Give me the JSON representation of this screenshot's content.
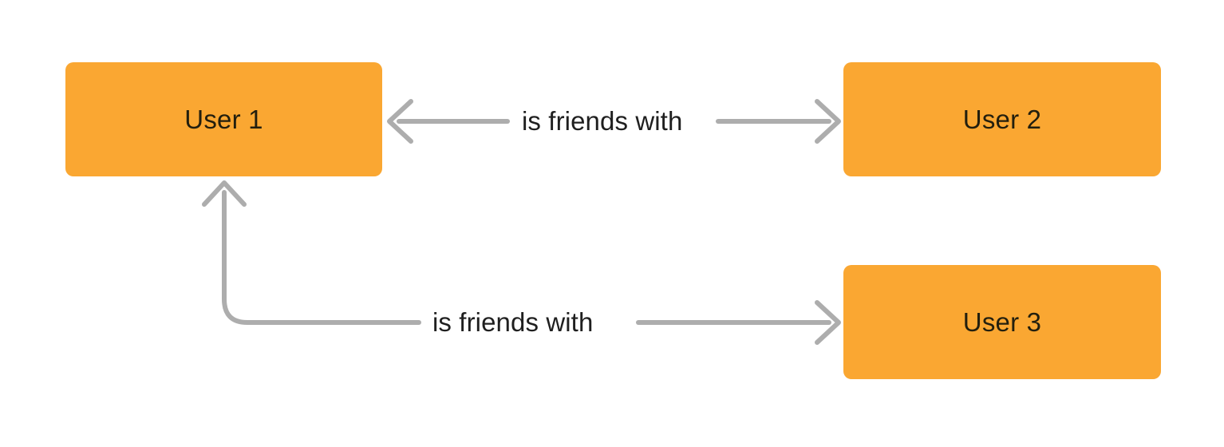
{
  "diagram": {
    "type": "entity-relationship-graph",
    "background_color": "#ffffff",
    "node_fill_color": "#faa732",
    "node_text_color": "#231f0e",
    "edge_color": "#adadad",
    "edge_label_color": "#1f1f1f",
    "nodes": [
      {
        "id": "user-1",
        "label": "User 1"
      },
      {
        "id": "user-2",
        "label": "User 2"
      },
      {
        "id": "user-3",
        "label": "User 3"
      }
    ],
    "edges": [
      {
        "id": "edge-user1-user2",
        "label": "is friends with",
        "source": "User 1",
        "target": "User 2",
        "direction": "bidirectional",
        "shape": "straight"
      },
      {
        "id": "edge-user1-user3",
        "label": "is friends with",
        "source": "User 1",
        "target": "User 3",
        "direction": "bidirectional",
        "shape": "elbow"
      }
    ]
  }
}
